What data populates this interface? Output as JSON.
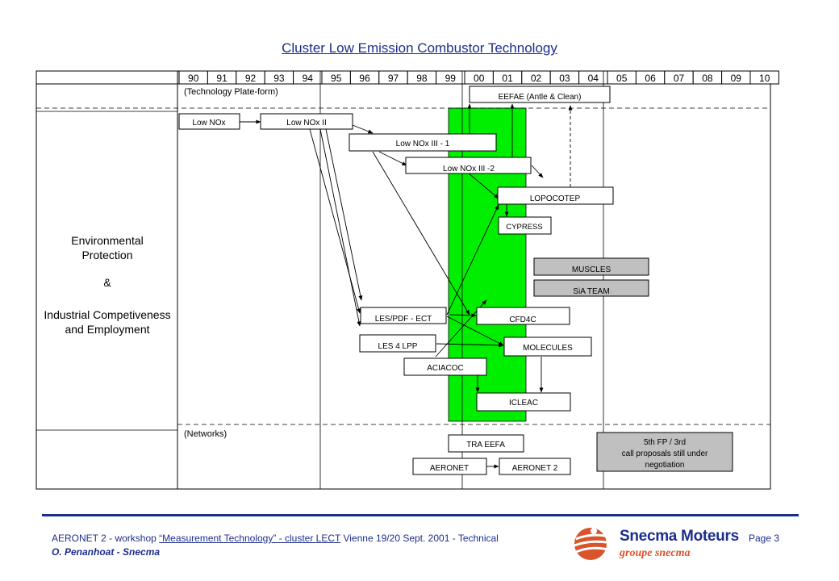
{
  "title": "Cluster Low Emission Combustor Technology",
  "years": [
    "90",
    "91",
    "92",
    "93",
    "94",
    "95",
    "96",
    "97",
    "98",
    "99",
    "00",
    "01",
    "02",
    "03",
    "04",
    "05",
    "06",
    "07",
    "08",
    "09",
    "10"
  ],
  "section_labels": {
    "platform": "(Technology Plate-form)",
    "networks": "(Networks)"
  },
  "left_text": [
    "Environmental",
    "Protection",
    "&",
    "Industrial Competiveness",
    "and Employment"
  ],
  "boxes": {
    "low_nox": "Low NOx",
    "low_nox_2": "Low NOx II",
    "low_nox_3_1": "Low NOx III - 1",
    "low_nox_3_2": "Low NOx III -2",
    "eefae": "EEFAE (Antle & Clean)",
    "lopocotep": "LOPOCOTEP",
    "cypress": "CYPRESS",
    "muscles": "MUSCLES",
    "sia_team": "SiA TEAM",
    "les_pdf_ect": "LES/PDF - ECT",
    "cfd4c": "CFD4C",
    "les4lpp": "LES 4 LPP",
    "molecules": "MOLECULES",
    "aciacoc": "ACIACOC",
    "icleac": "ICLEAC",
    "tra_eefa": "TRA EEFA",
    "aeronet": "AERONET",
    "aeronet2": "AERONET 2",
    "fp5_line1": "5th FP / 3rd",
    "fp5_line2": "call proposals still under",
    "fp5_line3": "negotiation"
  },
  "footer": {
    "prefix": "AERONET 2  - workshop ",
    "workshop": "“Measurement Technology”  - cluster  LECT",
    "suffix": "  Vienne 19/20 Sept. 2001 - Technical",
    "author": "O. Penanhoat - Snecma",
    "page": "Page 3"
  },
  "logo": {
    "name": "Snecma Moteurs",
    "sub": "groupe snecma"
  },
  "colors": {
    "title": "#1c2e8c",
    "green_band": "#00ee00",
    "grey_box": "#c0c0c0",
    "logo_red": "#d9532b",
    "footer_blue": "#1c2e8c"
  }
}
